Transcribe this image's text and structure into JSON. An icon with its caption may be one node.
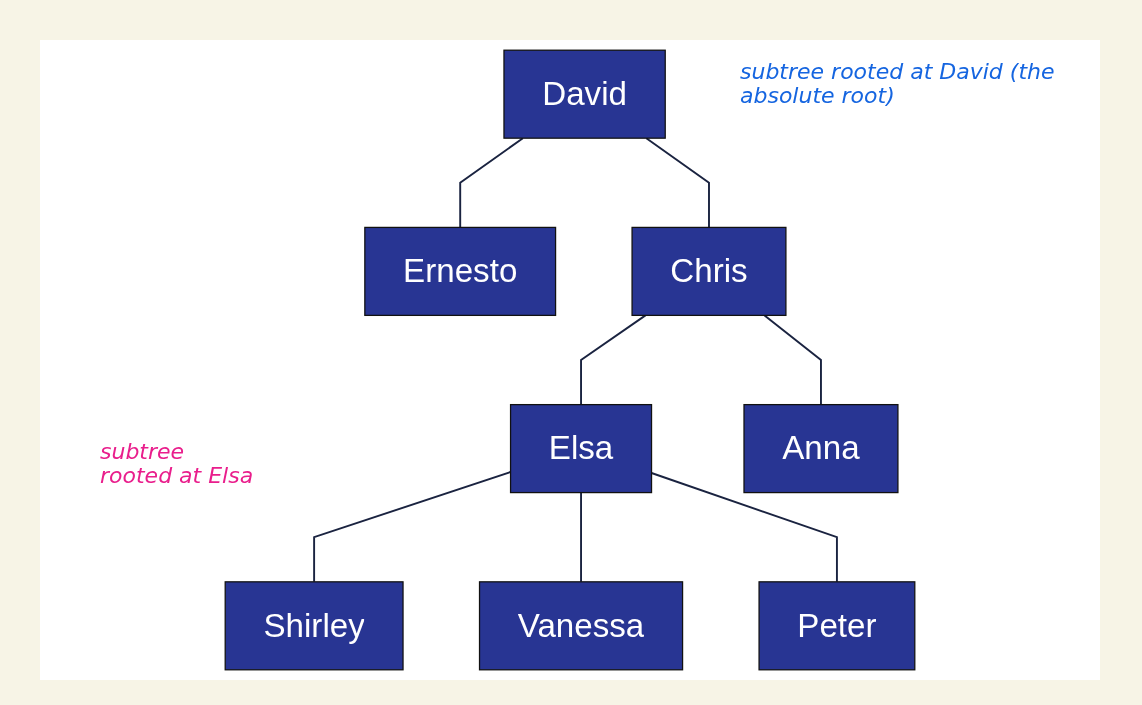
{
  "diagram": {
    "nodes": [
      {
        "text": [
          "David"
        ]
      },
      {
        "text": [
          "Ernesto"
        ]
      },
      {
        "text": [
          "Chris"
        ]
      },
      {
        "text": [
          "Elsa"
        ]
      },
      {
        "text": [
          "Anna"
        ]
      },
      {
        "text": [
          "Shirley"
        ]
      },
      {
        "text": [
          "Vanessa"
        ]
      },
      {
        "text": [
          "Peter"
        ]
      }
    ],
    "edges": [
      {
        "from": 0,
        "to": 1,
        "arrow": "none"
      },
      {
        "from": 0,
        "to": 2,
        "arrow": "none"
      },
      {
        "from": 2,
        "to": 3,
        "arrow": "none"
      },
      {
        "from": 2,
        "to": 4,
        "arrow": "none"
      },
      {
        "from": 3,
        "to": 5,
        "arrow": "none"
      },
      {
        "from": 3,
        "to": 6,
        "arrow": "none"
      },
      {
        "from": 3,
        "to": 7,
        "arrow": "none"
      }
    ],
    "labels": [
      "subtree rooted at David (the absolute root)",
      "subtree rooted at Elsa"
    ]
  }
}
